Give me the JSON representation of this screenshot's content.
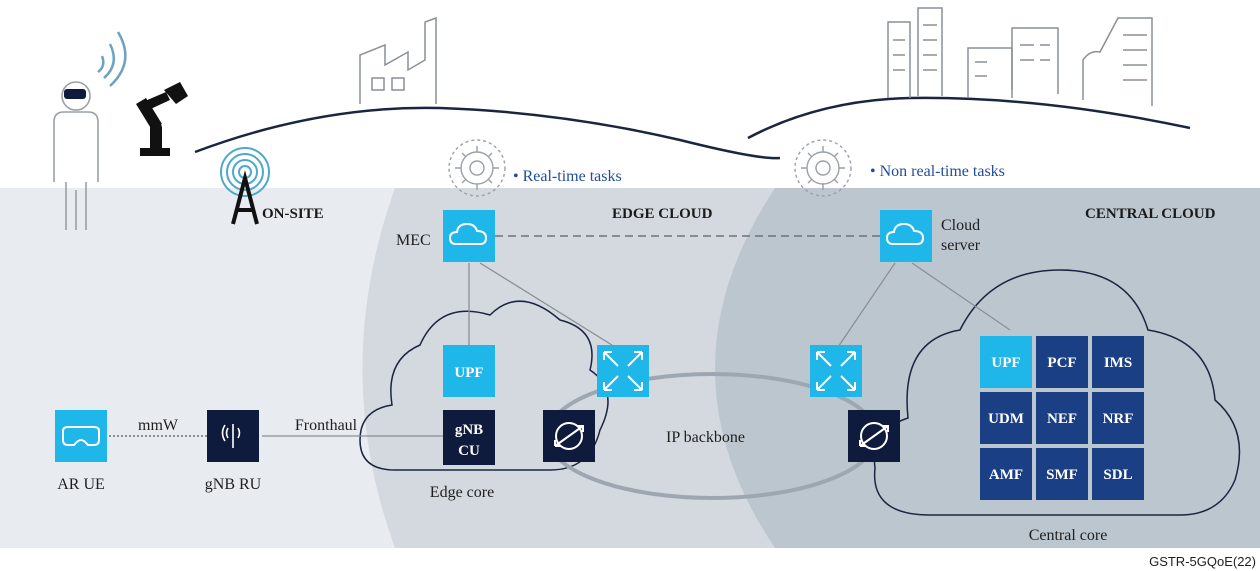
{
  "zones": {
    "on_site": "ON-SITE",
    "edge_cloud": "EDGE CLOUD",
    "central_cloud": "CENTRAL CLOUD"
  },
  "tasks": {
    "real_time": "• Real-time tasks",
    "non_real_time": "• Non real-time tasks"
  },
  "nodes": {
    "mec": "MEC",
    "cloud_server_line1": "Cloud",
    "cloud_server_line2": "server",
    "ar_ue": "AR UE",
    "gnb_ru": "gNB RU",
    "gnb_cu_line1": "gNB",
    "gnb_cu_line2": "CU",
    "edge_upf": "UPF"
  },
  "links": {
    "mmw": "mmW",
    "fronthaul": "Fronthaul",
    "ip_backbone": "IP backbone"
  },
  "edge_core_label": "Edge core",
  "central_core_label": "Central core",
  "central_functions": [
    {
      "label": "UPF",
      "color": "#1fb6ea"
    },
    {
      "label": "PCF",
      "color": "#1b3f85"
    },
    {
      "label": "IMS",
      "color": "#1b3f85"
    },
    {
      "label": "UDM",
      "color": "#1b3f85"
    },
    {
      "label": "NEF",
      "color": "#1b3f85"
    },
    {
      "label": "NRF",
      "color": "#1b3f85"
    },
    {
      "label": "AMF",
      "color": "#1b3f85"
    },
    {
      "label": "SMF",
      "color": "#1b3f85"
    },
    {
      "label": "SDL",
      "color": "#1b3f85"
    }
  ],
  "credit": "GSTR-5GQoE(22)",
  "colors": {
    "cyan": "#1fb6ea",
    "navy": "#0f1b3d",
    "nf_blue": "#1b3f85",
    "onsite_bg": "#e8ecf0",
    "edge_bg": "#d3d9df",
    "central_bg": "#bcc6cf"
  },
  "icons": [
    "headset-icon",
    "antenna-icon",
    "cloud-icon",
    "router-arrows-icon",
    "switch-icon",
    "gear-icon",
    "radio-tower-icon",
    "wifi-icon",
    "robot-arm-icon",
    "factory-icon",
    "city-buildings-icon",
    "person-icon"
  ]
}
